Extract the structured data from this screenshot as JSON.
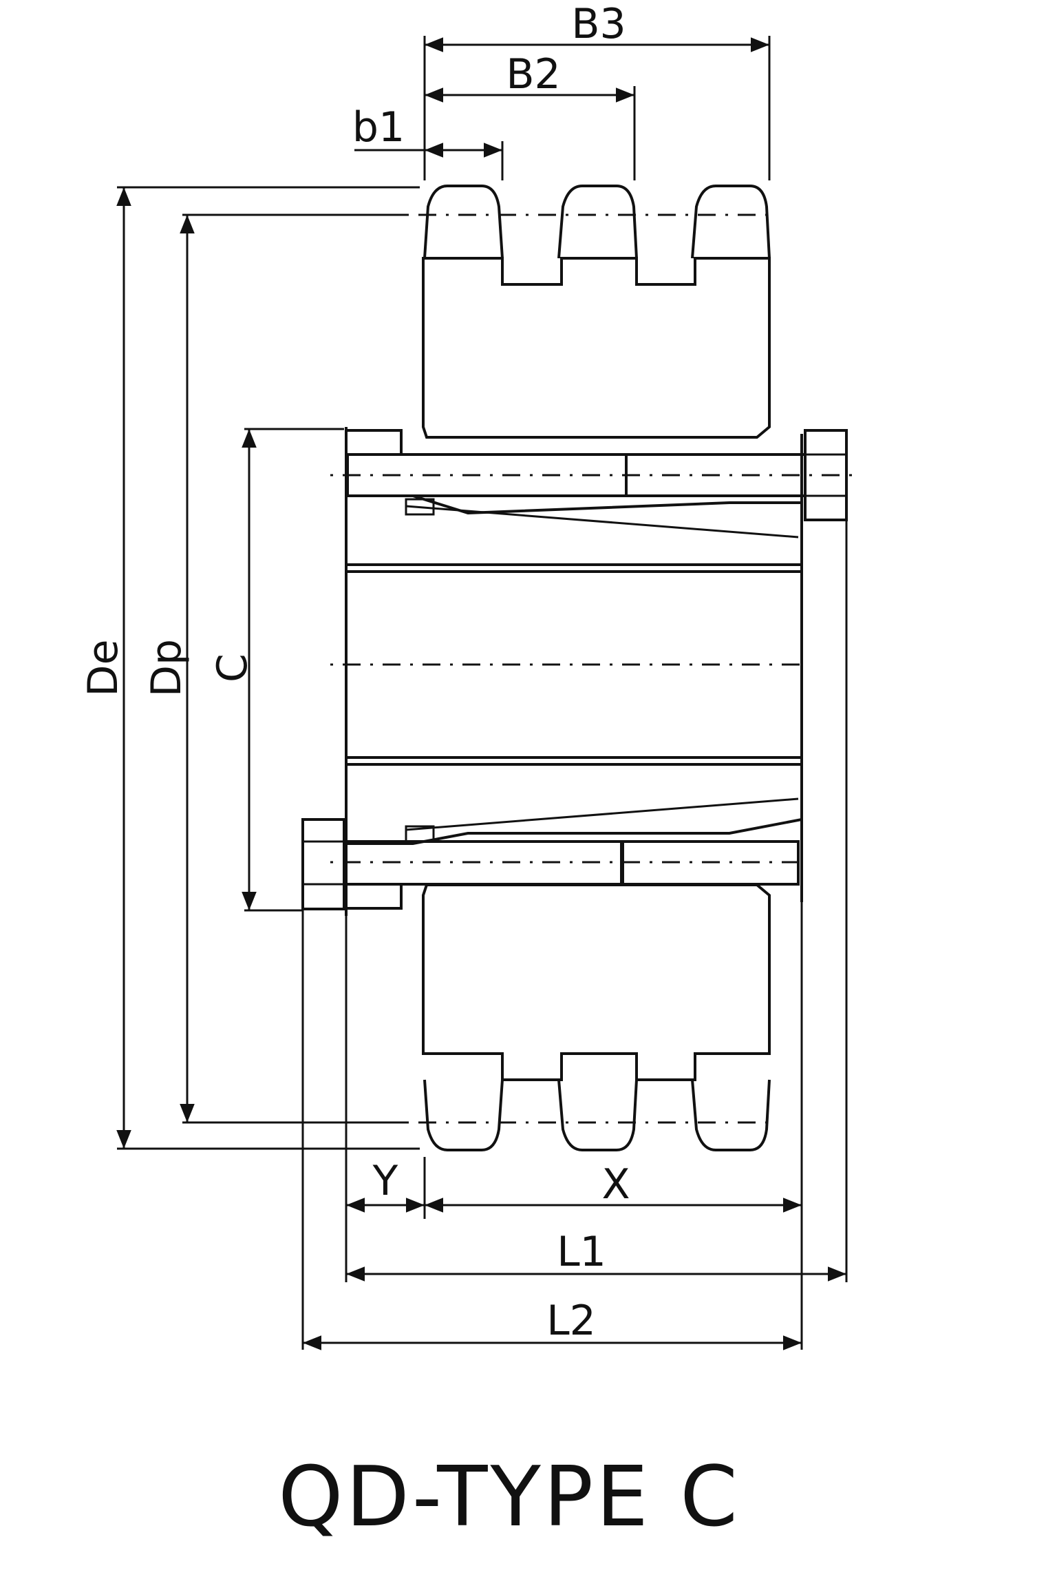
{
  "labels": {
    "b3": "B3",
    "b2": "B2",
    "b1": "b1",
    "de": "De",
    "dp": "Dp",
    "c": "C",
    "y": "Y",
    "x": "X",
    "l1": "L1",
    "l2": "L2"
  },
  "title": "QD-TYPE C"
}
